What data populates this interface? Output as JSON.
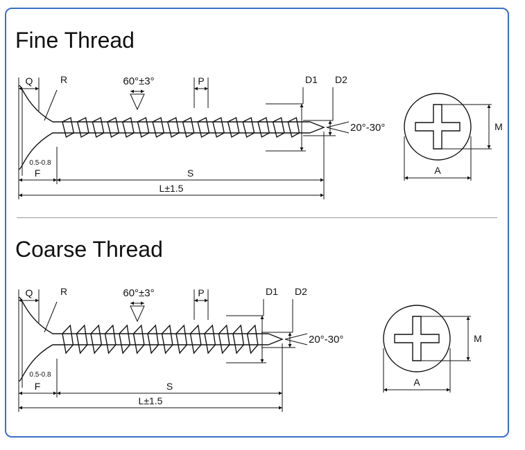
{
  "sections": [
    {
      "title": "Fine Thread",
      "labels": {
        "q": "Q",
        "r": "R",
        "angle": "60°±3°",
        "p": "P",
        "d1": "D1",
        "d2": "D2",
        "tip_angle": "20°-30°",
        "head_thickness": "0.5-0.8",
        "f": "F",
        "s": "S",
        "l": "L±1.5",
        "m": "M",
        "a": "A"
      }
    },
    {
      "title": "Coarse Thread",
      "labels": {
        "q": "Q",
        "r": "R",
        "angle": "60°±3°",
        "p": "P",
        "d1": "D1",
        "d2": "D2",
        "tip_angle": "20°-30°",
        "head_thickness": "0.5-0.8",
        "f": "F",
        "s": "S",
        "l": "L±1.5",
        "m": "M",
        "a": "A"
      }
    }
  ],
  "thread_counts": [
    16,
    14
  ]
}
